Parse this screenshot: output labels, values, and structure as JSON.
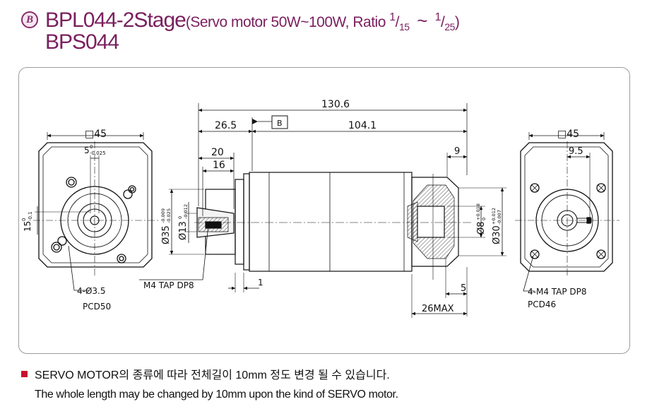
{
  "header": {
    "badge": "B",
    "model": "BPL044-2Stage",
    "spec_prefix": "(Servo motor 50W~100W, Ratio ",
    "ratio_from_num": "1",
    "ratio_from_den": "15",
    "tilde": "~",
    "ratio_to_num": "1",
    "ratio_to_den": "25",
    "spec_suffix": ")",
    "model2": "BPS044"
  },
  "drawing": {
    "left_view": {
      "square": "□45",
      "key_width": "5",
      "key_width_tol_top": "0",
      "key_width_tol_bottom": "-0.025",
      "key_height": "15",
      "key_height_tol_top": "0",
      "key_height_tol_bottom": "-0.1",
      "holes": "4-Ø3.5",
      "pcd": "PCD50"
    },
    "side_view": {
      "total_length": "130.6",
      "flange_length": "26.5",
      "body_length": "104.1",
      "shaft_len_20": "20",
      "shaft_len_16": "16",
      "datum": "B",
      "shaft_dia_35": "Ø35",
      "shaft_dia_35_tol_top": "-0.009",
      "shaft_dia_35_tol_bottom": "-0.025",
      "shaft_dia_13": "Ø13",
      "shaft_dia_13_tol_top": "0",
      "shaft_dia_13_tol_bottom": "-0.012",
      "tap_left": "M4 TAP DP8",
      "dim_1": "1",
      "dim_9": "9",
      "dim_5": "5",
      "max_len": "26MAX",
      "input_dia_8": "Ø8",
      "input_dia_8_tol_top": "+0.018",
      "input_dia_8_tol_bottom": "0",
      "input_dia_30": "Ø30",
      "input_dia_30_tol_top": "+0.012",
      "input_dia_30_tol_bottom": "-0.007"
    },
    "right_view": {
      "square": "□45",
      "dim_95": "9.5",
      "tap": "4-M4 TAP DP8",
      "pcd": "PCD46"
    }
  },
  "notes": {
    "korean": "SERVO MOTOR의 종류에 따라 전체길이 10mm 정도 변경 될 수 있습니다.",
    "english": "The whole length may be changed by 10mm upon the kind of SERVO motor."
  },
  "colors": {
    "title": "#7a1f5e",
    "bullet": "#c8102e",
    "frame_border": "#9c9c9c"
  }
}
